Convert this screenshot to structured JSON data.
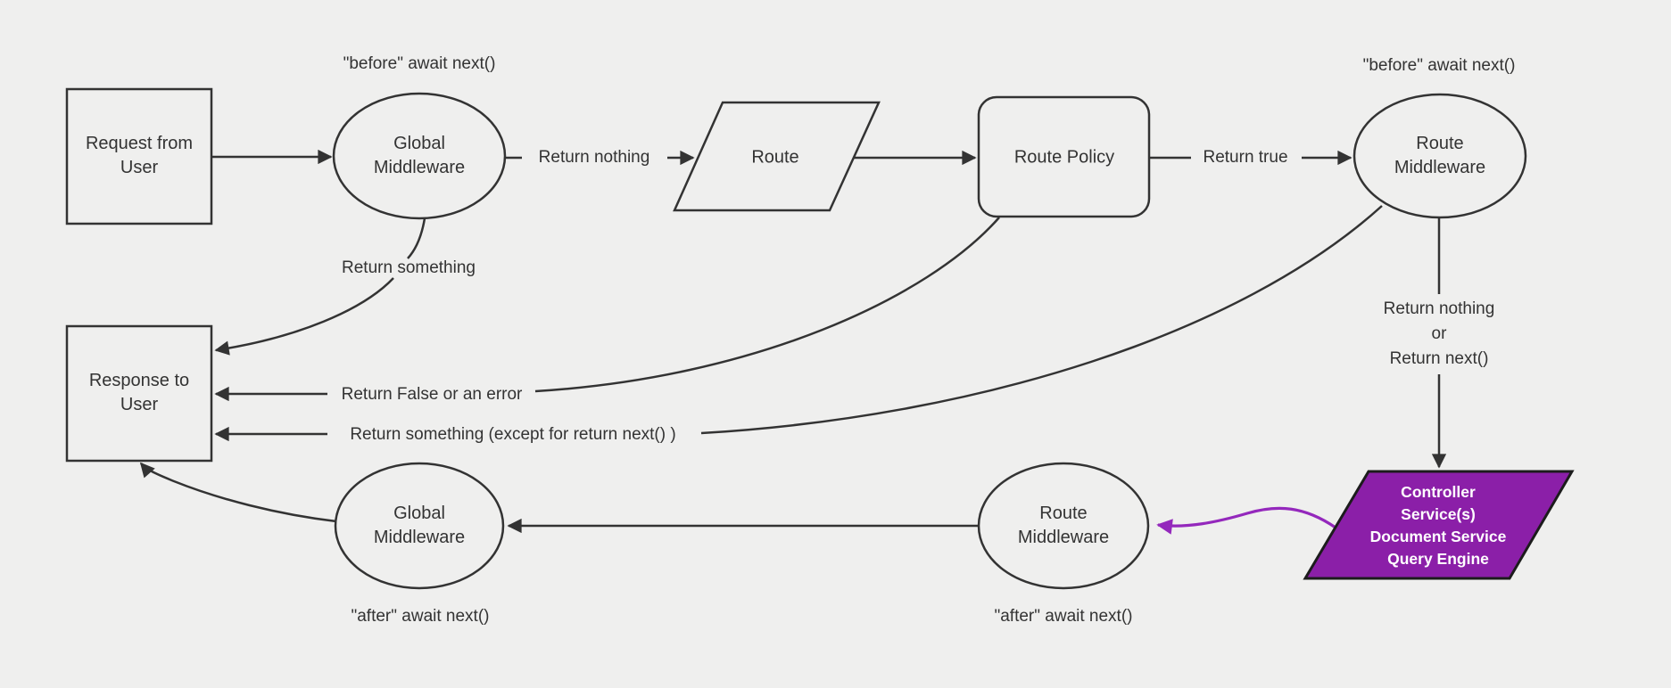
{
  "diagram": {
    "title_hint": "middleware request/response flow",
    "nodes": {
      "request": {
        "label": "Request from\nUser",
        "shape": "rectangle"
      },
      "global_middleware_top": {
        "label": "Global\nMiddleware",
        "shape": "ellipse"
      },
      "route": {
        "label": "Route",
        "shape": "parallelogram"
      },
      "route_policy": {
        "label": "Route Policy",
        "shape": "rounded-rectangle"
      },
      "route_middleware_top": {
        "label": "Route\nMiddleware",
        "shape": "ellipse"
      },
      "response": {
        "label": "Response to\nUser",
        "shape": "rectangle"
      },
      "global_middleware_bottom": {
        "label": "Global\nMiddleware",
        "shape": "ellipse"
      },
      "route_middleware_bottom": {
        "label": "Route\nMiddleware",
        "shape": "ellipse"
      },
      "controller": {
        "label": "Controller\nService(s)\nDocument Service\nQuery Engine",
        "shape": "parallelogram"
      }
    },
    "annotations": {
      "before_global": "\"before\" await next()",
      "before_route": "\"before\" await next()",
      "after_global": "\"after\" await next()",
      "after_route": "\"after\" await next()"
    },
    "edge_labels": {
      "return_nothing": "Return nothing",
      "return_true": "Return true",
      "return_something": "Return something",
      "return_false": "Return False or an error",
      "return_something_except": "Return something (except for return next() )",
      "return_nothing_or_next": "Return nothing\nor\nReturn next()"
    },
    "colors": {
      "background": "#efefee",
      "node_fill": "#efefee",
      "stroke": "#333333",
      "text": "#333333",
      "highlight_fill": "#8b1fa8",
      "highlight_stroke": "#1c1c1c",
      "highlight_text": "#ffffff",
      "highlight_arrow": "#9428bc"
    }
  }
}
